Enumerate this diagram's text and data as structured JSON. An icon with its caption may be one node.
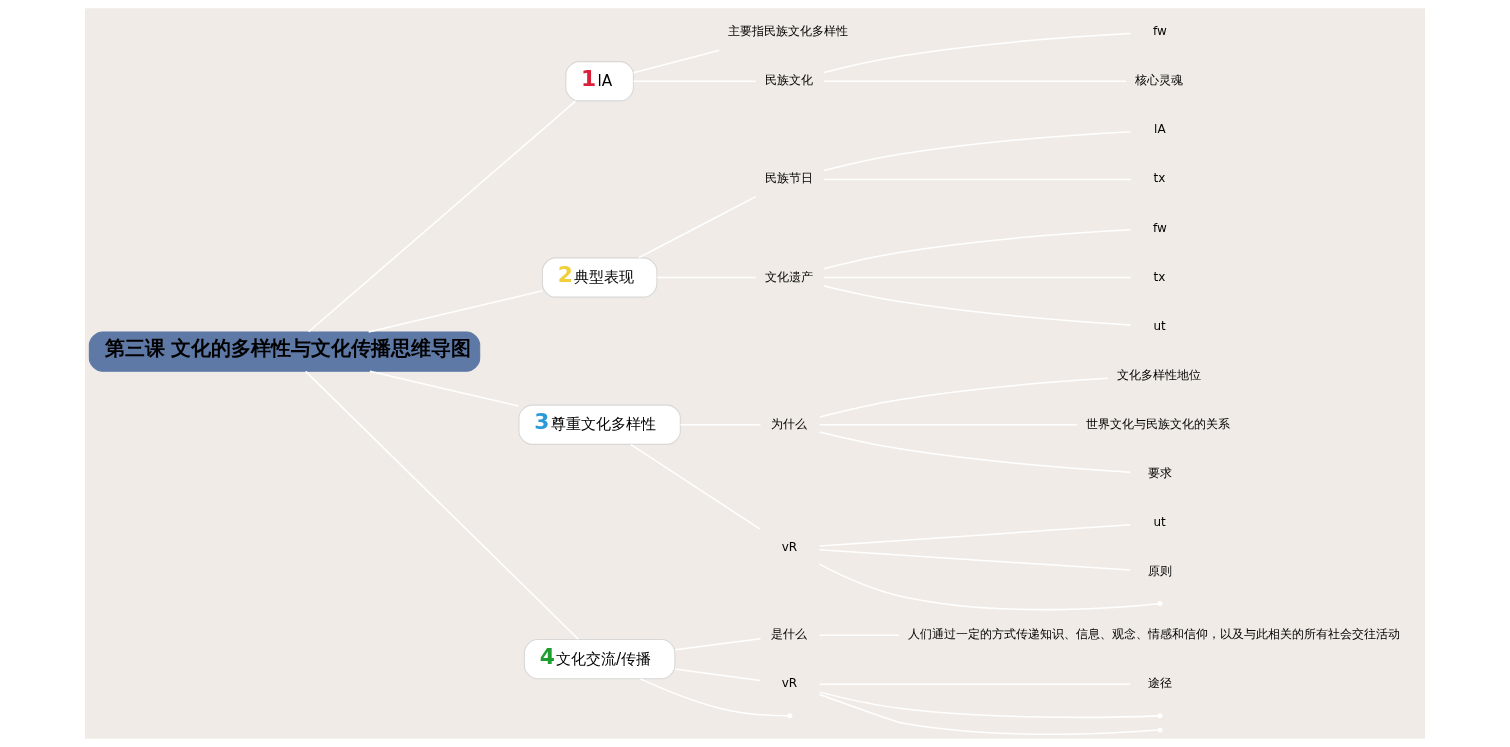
{
  "diagram": {
    "nodes": [
      {
        "text": [
          "第三课 文化的多样性与文化传播思维导图"
        ]
      },
      {
        "text": [
          "1",
          "lA"
        ]
      },
      {
        "text": [
          "主要指民族文化多样性"
        ]
      },
      {
        "text": [
          "民族文化"
        ]
      },
      {
        "text": [
          "fw"
        ]
      },
      {
        "text": [
          "核心灵魂"
        ]
      },
      {
        "text": [
          "2",
          "典型表现"
        ]
      },
      {
        "text": [
          "民族节日"
        ]
      },
      {
        "text": [
          "lA"
        ]
      },
      {
        "text": [
          "tx"
        ]
      },
      {
        "text": [
          "文化遗产"
        ]
      },
      {
        "text": [
          "fw"
        ]
      },
      {
        "text": [
          "tx"
        ]
      },
      {
        "text": [
          "ut"
        ]
      },
      {
        "text": [
          "3",
          "尊重文化多样性"
        ]
      },
      {
        "text": [
          "为什么"
        ]
      },
      {
        "text": [
          "文化多样性地位"
        ]
      },
      {
        "text": [
          "世界文化与民族文化的关系"
        ]
      },
      {
        "text": [
          "要求"
        ]
      },
      {
        "text": [
          "vR"
        ]
      },
      {
        "text": [
          "ut"
        ]
      },
      {
        "text": [
          "原则"
        ]
      },
      {
        "text": [],
        "shape": "point"
      },
      {
        "text": [
          "4",
          "文化交流/传播"
        ]
      },
      {
        "text": [
          "是什么"
        ]
      },
      {
        "text": [
          "人们通过一定的方式传递知识、信息、观念、情感和信仰，以及与此相关的所有社会交往活动"
        ]
      },
      {
        "text": [
          "vR"
        ]
      },
      {
        "text": [
          "途径"
        ]
      },
      {
        "text": [],
        "shape": "point"
      },
      {
        "text": [],
        "shape": "point"
      },
      {
        "text": [],
        "shape": "point"
      }
    ],
    "edges": [
      {
        "from": 0,
        "to": 1,
        "arrow": "none"
      },
      {
        "from": 1,
        "to": 2,
        "arrow": "none"
      },
      {
        "from": 1,
        "to": 3,
        "arrow": "none"
      },
      {
        "from": 3,
        "to": 4,
        "arrow": "none"
      },
      {
        "from": 3,
        "to": 5,
        "arrow": "none"
      },
      {
        "from": 0,
        "to": 6,
        "arrow": "none"
      },
      {
        "from": 6,
        "to": 7,
        "arrow": "none"
      },
      {
        "from": 7,
        "to": 8,
        "arrow": "none"
      },
      {
        "from": 7,
        "to": 9,
        "arrow": "none"
      },
      {
        "from": 6,
        "to": 10,
        "arrow": "none"
      },
      {
        "from": 10,
        "to": 11,
        "arrow": "none"
      },
      {
        "from": 10,
        "to": 12,
        "arrow": "none"
      },
      {
        "from": 10,
        "to": 13,
        "arrow": "none"
      },
      {
        "from": 0,
        "to": 14,
        "arrow": "none"
      },
      {
        "from": 14,
        "to": 15,
        "arrow": "none"
      },
      {
        "from": 15,
        "to": 16,
        "arrow": "none"
      },
      {
        "from": 15,
        "to": 17,
        "arrow": "none"
      },
      {
        "from": 15,
        "to": 18,
        "arrow": "none"
      },
      {
        "from": 14,
        "to": 19,
        "arrow": "none"
      },
      {
        "from": 19,
        "to": 20,
        "arrow": "none"
      },
      {
        "from": 19,
        "to": 21,
        "arrow": "none"
      },
      {
        "from": 19,
        "to": 22,
        "arrow": "none"
      },
      {
        "from": 0,
        "to": 23,
        "arrow": "none"
      },
      {
        "from": 23,
        "to": 24,
        "arrow": "none"
      },
      {
        "from": 24,
        "to": 25,
        "arrow": "none"
      },
      {
        "from": 23,
        "to": 26,
        "arrow": "none"
      },
      {
        "from": 26,
        "to": 27,
        "arrow": "none"
      },
      {
        "from": 26,
        "to": 28,
        "arrow": "none"
      },
      {
        "from": 26,
        "to": 29,
        "arrow": "none"
      },
      {
        "from": 23,
        "to": 30,
        "arrow": "none"
      }
    ]
  }
}
